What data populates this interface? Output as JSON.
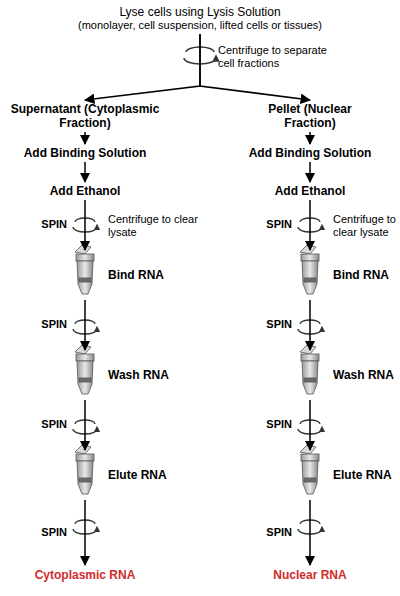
{
  "diagram": {
    "nodes": [
      {
        "text": [
          "Lyse cells using Lysis Solution",
          "(monolayer, cell suspension, lifted cells or tissues)"
        ]
      },
      {
        "text": [
          "Supernatant (Cytoplasmic Fraction)"
        ]
      },
      {
        "text": [
          "Pellet (Nuclear Fraction)"
        ]
      },
      {
        "text": [
          "Add Binding Solution"
        ]
      },
      {
        "text": [
          "Add Ethanol"
        ]
      },
      {
        "text": [
          "Bind RNA"
        ]
      },
      {
        "text": [
          "Wash RNA"
        ]
      },
      {
        "text": [
          "Elute RNA"
        ]
      },
      {
        "text": [
          "Cytoplasmic RNA"
        ]
      },
      {
        "text": [
          "Add Binding Solution"
        ]
      },
      {
        "text": [
          "Add Ethanol"
        ]
      },
      {
        "text": [
          "Bind RNA"
        ]
      },
      {
        "text": [
          "Wash RNA"
        ]
      },
      {
        "text": [
          "Elute RNA"
        ]
      },
      {
        "text": [
          "Nuclear RNA"
        ]
      }
    ],
    "edges": [
      {
        "from": 0,
        "to": 1,
        "arrow": "to"
      },
      {
        "from": 0,
        "to": 2,
        "arrow": "to"
      },
      {
        "from": 1,
        "to": 3,
        "arrow": "to"
      },
      {
        "from": 3,
        "to": 4,
        "arrow": "to"
      },
      {
        "from": 4,
        "to": 5,
        "label": "SPIN",
        "arrow": "to"
      },
      {
        "from": 5,
        "to": 6,
        "label": "SPIN",
        "arrow": "to"
      },
      {
        "from": 6,
        "to": 7,
        "label": "SPIN",
        "arrow": "to"
      },
      {
        "from": 7,
        "to": 8,
        "label": "SPIN",
        "arrow": "to"
      },
      {
        "from": 2,
        "to": 9,
        "arrow": "to"
      },
      {
        "from": 9,
        "to": 10,
        "arrow": "to"
      },
      {
        "from": 10,
        "to": 11,
        "label": "SPIN",
        "arrow": "to"
      },
      {
        "from": 11,
        "to": 12,
        "label": "SPIN",
        "arrow": "to"
      },
      {
        "from": 12,
        "to": 13,
        "label": "SPIN",
        "arrow": "to"
      },
      {
        "from": 13,
        "to": 14,
        "label": "SPIN",
        "arrow": "to"
      }
    ],
    "labels": [
      "Centrifuge to separate cell fractions",
      "Centrifuge to clear lysate",
      "Centrifuge to clear lysate"
    ]
  }
}
